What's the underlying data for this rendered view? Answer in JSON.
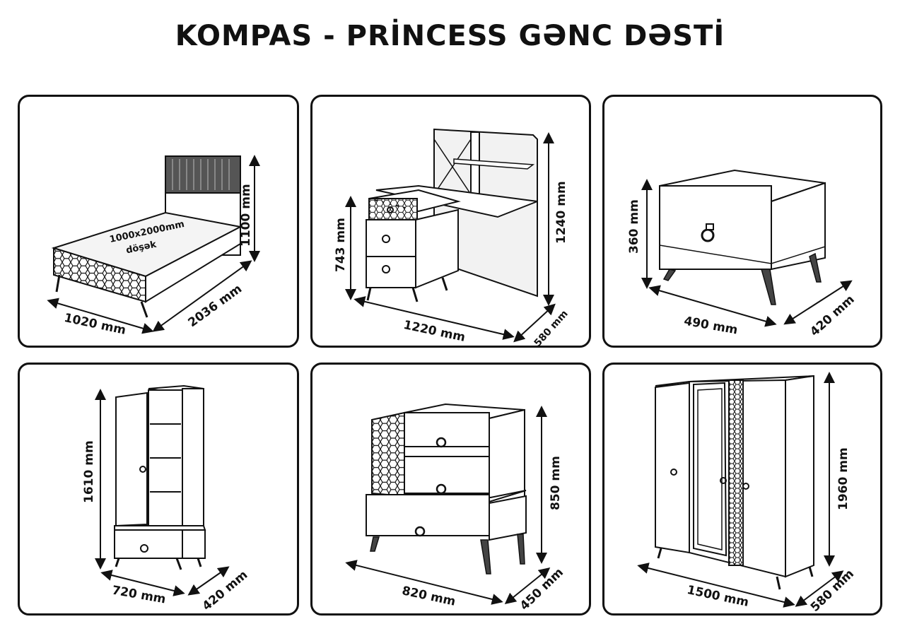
{
  "title": "KOMPAS - PRİNCESS GƏNC DƏSTİ",
  "colors": {
    "line": "#111111",
    "fill": "#ffffff",
    "shade": "#f2f2f2",
    "dark": "#444444"
  },
  "panels": [
    {
      "item": "bed",
      "dims": {
        "width": "1020 mm",
        "length": "2036 mm",
        "height": "1100 mm"
      },
      "note_size": "1000x2000mm",
      "note_word": "döşək"
    },
    {
      "item": "desk",
      "dims": {
        "width": "1220 mm",
        "depth": "580 mm",
        "height": "1240 mm",
        "desk_height": "743 mm"
      }
    },
    {
      "item": "nightstand",
      "dims": {
        "width": "490 mm",
        "depth": "420 mm",
        "height": "360 mm"
      }
    },
    {
      "item": "bookcase",
      "dims": {
        "width": "720 mm",
        "depth": "420 mm",
        "height": "1610 mm"
      }
    },
    {
      "item": "dresser",
      "dims": {
        "width": "820 mm",
        "depth": "450 mm",
        "height": "850 mm"
      }
    },
    {
      "item": "wardrobe",
      "dims": {
        "width": "1500 mm",
        "depth": "580 mm",
        "height": "1960 mm"
      }
    }
  ]
}
